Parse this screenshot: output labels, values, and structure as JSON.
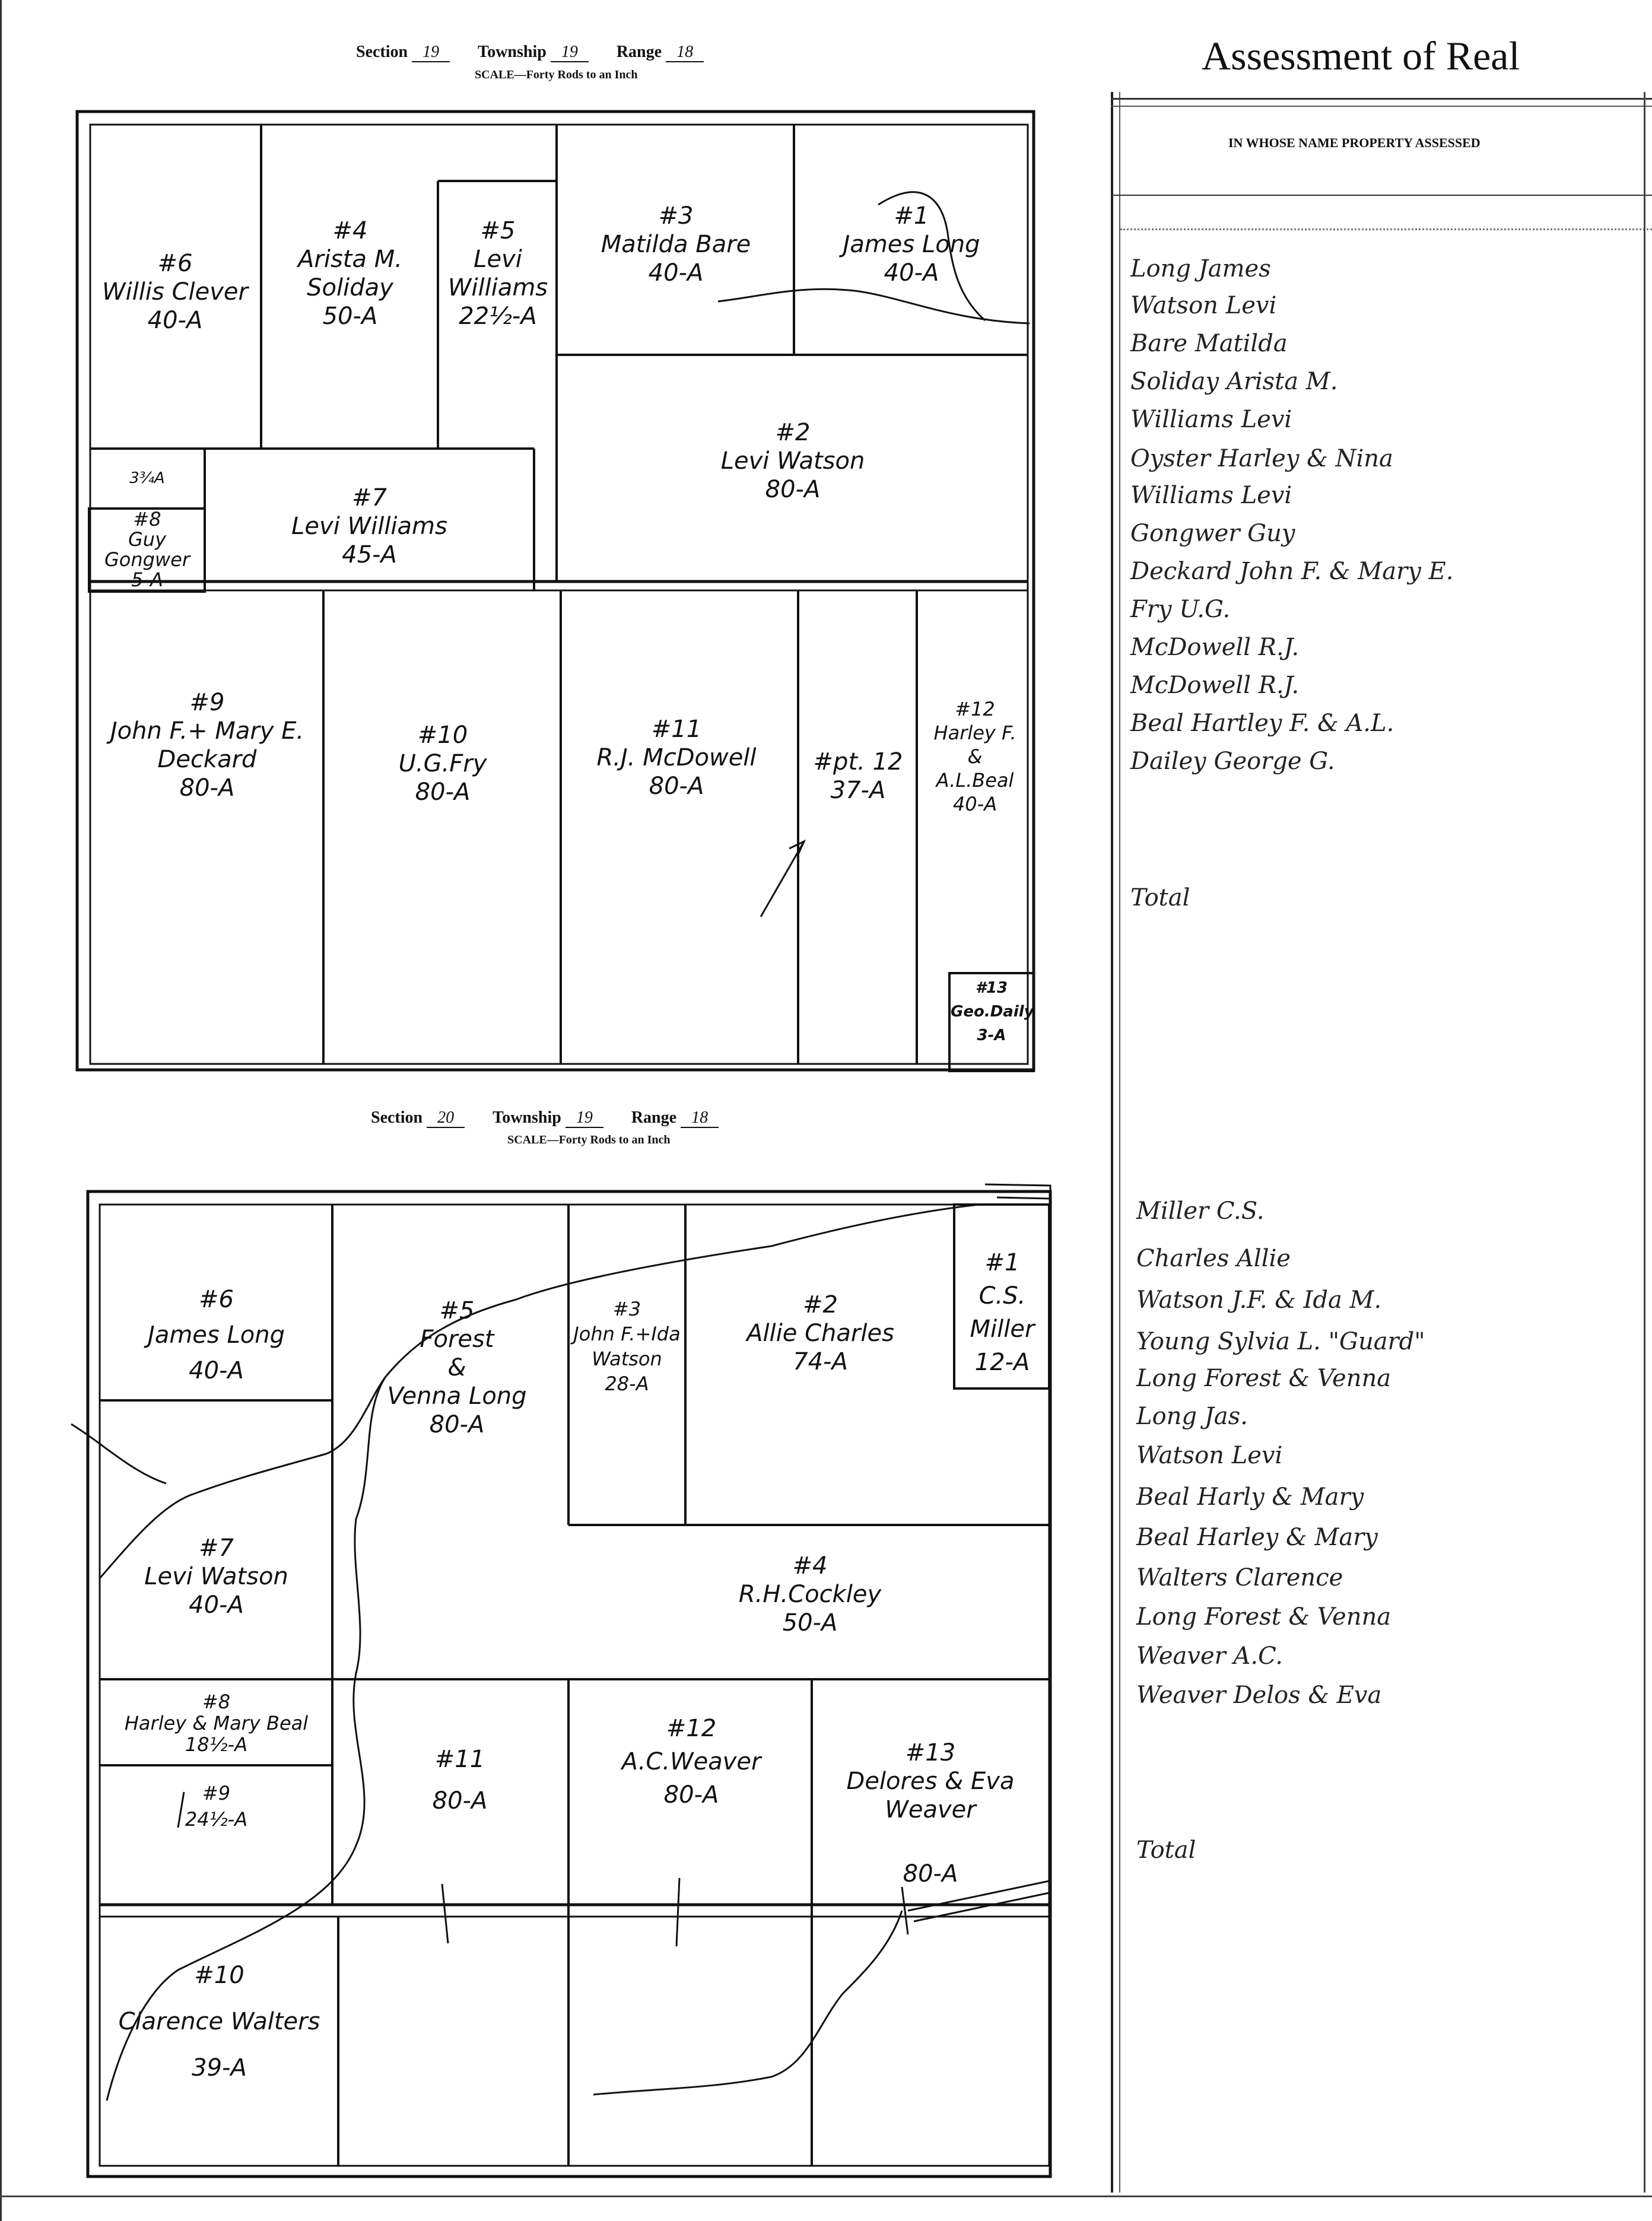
{
  "map_top": {
    "header": {
      "section_label": "Section",
      "section": "19",
      "township_label": "Township",
      "township": "19",
      "range_label": "Range",
      "range": "18",
      "scale": "SCALE—Forty Rods to an Inch"
    },
    "parcels": [
      {
        "num": "#6",
        "lines": [
          "Willis Clever",
          "40-A"
        ]
      },
      {
        "num": "#4",
        "lines": [
          "Arista M.",
          "Soliday",
          "50-A"
        ]
      },
      {
        "num": "#5",
        "lines": [
          "Levi",
          "Williams",
          "22½-A"
        ]
      },
      {
        "num": "#3",
        "lines": [
          "Matilda Bare",
          "40-A"
        ]
      },
      {
        "num": "#1",
        "lines": [
          "James Long",
          "40-A"
        ]
      },
      {
        "num": "#2",
        "lines": [
          "Levi Watson",
          "80-A"
        ]
      },
      {
        "num": "#7",
        "lines": [
          "Levi Williams",
          "45-A"
        ]
      },
      {
        "num": "#8",
        "lines": [
          "Guy",
          "Gongwer",
          "5-A"
        ],
        "extra": "3¾A"
      },
      {
        "num": "#9",
        "lines": [
          "John F.+ Mary E.",
          "Deckard",
          "80-A"
        ]
      },
      {
        "num": "#10",
        "lines": [
          "U.G.Fry",
          "80-A"
        ]
      },
      {
        "num": "#11",
        "lines": [
          "R.J. McDowell",
          "80-A"
        ]
      },
      {
        "num": "#pt. 12",
        "lines": [
          "37-A"
        ]
      },
      {
        "num": "#12",
        "lines": [
          "Harley F.",
          "&",
          "A.L.Beal",
          "40-A"
        ]
      },
      {
        "num": "#13",
        "lines": [
          "Geo.Daily",
          "3-A"
        ]
      }
    ]
  },
  "map_bottom": {
    "header": {
      "section_label": "Section",
      "section": "20",
      "township_label": "Township",
      "township": "19",
      "range_label": "Range",
      "range": "18",
      "scale": "SCALE—Forty Rods to an Inch"
    },
    "parcels": [
      {
        "num": "#6",
        "lines": [
          "James Long",
          "40-A"
        ]
      },
      {
        "num": "#5",
        "lines": [
          "Forest",
          "&",
          "Venna Long",
          "80-A"
        ]
      },
      {
        "num": "#3",
        "lines": [
          "John F.+Ida",
          "Watson",
          "28-A"
        ]
      },
      {
        "num": "#2",
        "lines": [
          "Allie Charles",
          "74-A"
        ]
      },
      {
        "num": "#1",
        "lines": [
          "C.S.",
          "Miller",
          "12-A"
        ]
      },
      {
        "num": "#7",
        "lines": [
          "Levi Watson",
          "40-A"
        ]
      },
      {
        "num": "#4",
        "lines": [
          "R.H.Cockley",
          "50-A"
        ]
      },
      {
        "num": "#8",
        "lines": [
          "Harley & Mary Beal",
          "18½-A"
        ]
      },
      {
        "num": "#9",
        "lines": [
          "24½-A"
        ]
      },
      {
        "num": "#11",
        "lines": [
          "80-A"
        ]
      },
      {
        "num": "#12",
        "lines": [
          "A.C.Weaver",
          "80-A"
        ]
      },
      {
        "num": "#13",
        "lines": [
          "Delores & Eva",
          "Weaver",
          "80-A"
        ]
      },
      {
        "num": "#10",
        "lines": [
          "Clarence Walters",
          "39-A"
        ]
      }
    ]
  },
  "ledger": {
    "title": "Assessment of Real",
    "column_header": "IN WHOSE NAME PROPERTY ASSESSED",
    "names_top": [
      "Long James",
      "Watson Levi",
      "Bare Matilda",
      "Soliday Arista M.",
      "Williams Levi",
      "Oyster Harley & Nina",
      "Williams Levi",
      "Gongwer Guy",
      "Deckard John F. & Mary E.",
      "Fry U.G.",
      "McDowell R.J.",
      "McDowell R.J.",
      "Beal Hartley F. & A.L.",
      "Dailey George G."
    ],
    "total_top": "Total",
    "names_bottom": [
      "Miller C.S.",
      "Charles Allie",
      "Watson J.F. & Ida M.",
      "Young Sylvia L. \"Guard\"",
      "Long Forest & Venna",
      "Long Jas.",
      "Watson Levi",
      "Beal Harly & Mary",
      "Beal Harley & Mary",
      "Walters Clarence",
      "Long Forest & Venna",
      "Weaver A.C.",
      "Weaver Delos & Eva"
    ],
    "total_bottom": "Total"
  }
}
